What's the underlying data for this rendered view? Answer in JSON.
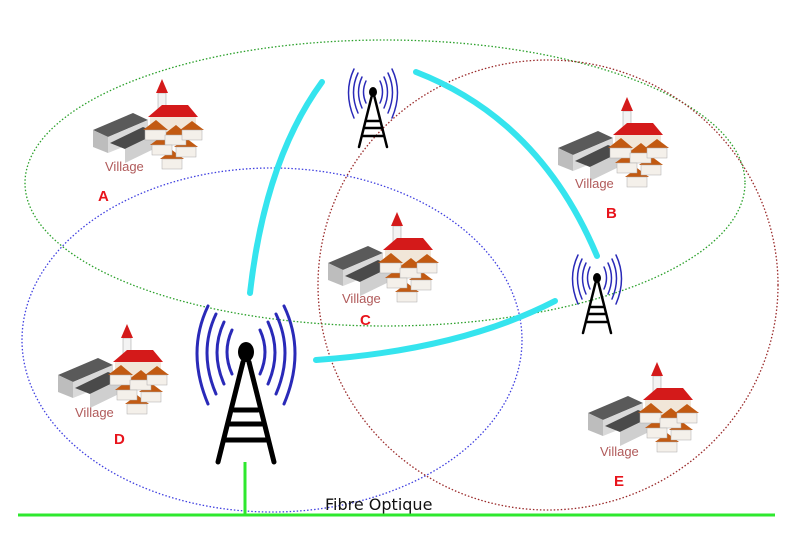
{
  "diagram": {
    "villages": [
      {
        "label": "Village",
        "letter": "A"
      },
      {
        "label": "Village",
        "letter": "B"
      },
      {
        "label": "Village",
        "letter": "C"
      },
      {
        "label": "Village",
        "letter": "D"
      },
      {
        "label": "Village",
        "letter": "E"
      }
    ],
    "fibre_label": "Fibre Optique",
    "colors": {
      "coverage_a": "#2aa02a",
      "coverage_d": "#4040e0",
      "coverage_e": "#9a2a2a",
      "radio_link": "#35e4ee",
      "fibre": "#2ee82e",
      "waves": "#2a2ab8",
      "tower": "#000000",
      "letters": "#e8141c"
    }
  }
}
